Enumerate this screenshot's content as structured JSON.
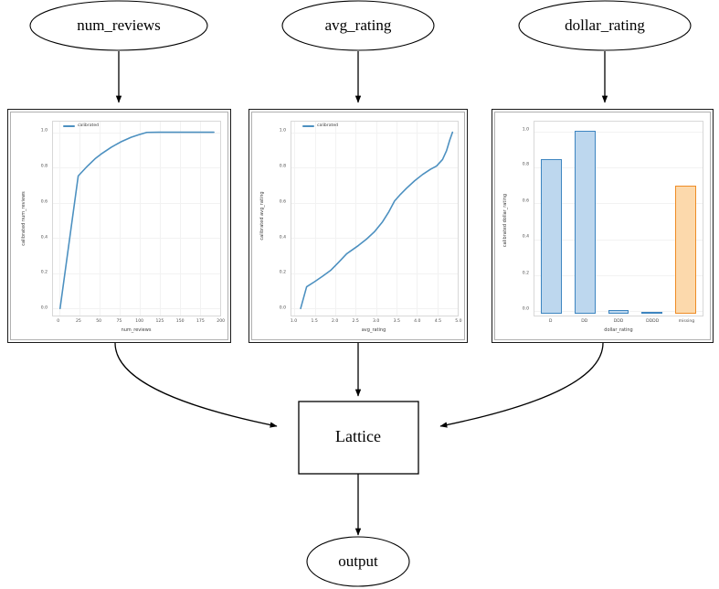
{
  "graph": {
    "input_nodes": [
      {
        "label": "num_reviews"
      },
      {
        "label": "avg_rating"
      },
      {
        "label": "dollar_rating"
      }
    ],
    "lattice_label": "Lattice",
    "output_label": "output"
  },
  "chart_data": [
    {
      "type": "line",
      "title": "",
      "xlabel": "num_reviews",
      "ylabel": "calibrated num_reviews",
      "legend": [
        "calibrated"
      ],
      "legend_position": "upper left",
      "grid": true,
      "xlim": [
        -4,
        208
      ],
      "ylim": [
        -0.04,
        1.06
      ],
      "xticks": [
        "0",
        "25",
        "50",
        "75",
        "100",
        "125",
        "150",
        "175",
        "200"
      ],
      "xtick_values": [
        0,
        25,
        50,
        75,
        100,
        125,
        150,
        175,
        200
      ],
      "yticks": [
        "0.0",
        "0.2",
        "0.4",
        "0.6",
        "0.8",
        "1.0"
      ],
      "ytick_values": [
        0.0,
        0.2,
        0.4,
        0.6,
        0.8,
        1.0
      ],
      "series": [
        {
          "name": "calibrated",
          "color": "#4c90c0",
          "x": [
            5,
            28,
            38,
            50,
            57,
            70,
            82,
            95,
            105,
            115,
            130,
            150,
            175,
            200
          ],
          "y": [
            0.0,
            0.752,
            0.8,
            0.852,
            0.876,
            0.915,
            0.945,
            0.971,
            0.986,
            0.999,
            1.0,
            1.0,
            1.0,
            1.0
          ]
        }
      ]
    },
    {
      "type": "line",
      "title": "",
      "xlabel": "avg_rating",
      "ylabel": "calibrated avg_rating",
      "legend": [
        "calibrated"
      ],
      "legend_position": "upper left",
      "grid": true,
      "xlim": [
        0.92,
        5.08
      ],
      "ylim": [
        -0.04,
        1.06
      ],
      "xticks": [
        "1.0",
        "1.5",
        "2.0",
        "2.5",
        "3.0",
        "3.5",
        "4.0",
        "4.5",
        "5.0"
      ],
      "xtick_values": [
        1.0,
        1.5,
        2.0,
        2.5,
        3.0,
        3.5,
        4.0,
        4.5,
        5.0
      ],
      "yticks": [
        "0.0",
        "0.2",
        "0.4",
        "0.6",
        "0.8",
        "1.0"
      ],
      "ytick_values": [
        0.0,
        0.2,
        0.4,
        0.6,
        0.8,
        1.0
      ],
      "series": [
        {
          "name": "calibrated",
          "color": "#4c90c0",
          "x": [
            1.15,
            1.3,
            1.5,
            1.7,
            1.9,
            2.1,
            2.3,
            2.45,
            2.6,
            2.8,
            3.0,
            3.2,
            3.35,
            3.5,
            3.65,
            3.8,
            4.0,
            4.2,
            4.4,
            4.55,
            4.7,
            4.8,
            4.88,
            4.95
          ],
          "y": [
            0.0,
            0.123,
            0.152,
            0.183,
            0.216,
            0.262,
            0.31,
            0.334,
            0.358,
            0.394,
            0.436,
            0.492,
            0.546,
            0.61,
            0.648,
            0.682,
            0.724,
            0.76,
            0.79,
            0.808,
            0.845,
            0.895,
            0.955,
            1.0
          ]
        }
      ]
    },
    {
      "type": "bar",
      "title": "",
      "xlabel": "dollar_rating",
      "ylabel": "calibrated dollar_rating",
      "grid": true,
      "ylim": [
        -0.01,
        1.05
      ],
      "categories": [
        "D",
        "DD",
        "DDD",
        "DDDD",
        "missing"
      ],
      "values": [
        0.835,
        0.99,
        0.012,
        0.002,
        0.691
      ],
      "colors": [
        "#bdd7ee",
        "#bdd7ee",
        "#bdd7ee",
        "#bdd7ee",
        "#fcd9ac"
      ],
      "edge_colors": [
        "#3d85c0",
        "#3d85c0",
        "#3d85c0",
        "#3d85c0",
        "#ee8c26"
      ],
      "yticks": [
        "0.0",
        "0.2",
        "0.4",
        "0.6",
        "0.8",
        "1.0"
      ],
      "ytick_values": [
        0.0,
        0.2,
        0.4,
        0.6,
        0.8,
        1.0
      ]
    }
  ],
  "colors": {
    "line": "#4c90c0",
    "bar_fill_blue": "#bdd7ee",
    "bar_edge_blue": "#3d85c0",
    "bar_fill_orange": "#fcd9ac",
    "bar_edge_orange": "#ee8c26",
    "node_stroke": "#000000",
    "panel_border": "#1a1a1a",
    "panel_outer": "#b0b0b0"
  }
}
